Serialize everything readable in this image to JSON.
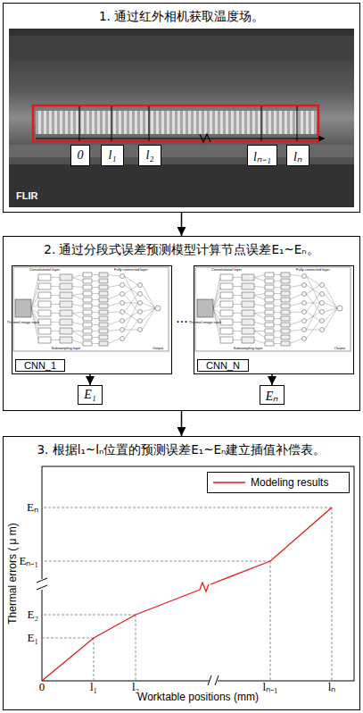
{
  "diagram": {
    "nodes": [
      {
        "text": [
          "1. 通过红外相机获取温度场。"
        ]
      },
      {
        "text": [
          "0"
        ],
        "in": 0
      },
      {
        "text": [
          "l₁"
        ],
        "in": 0
      },
      {
        "text": [
          "l₂"
        ],
        "in": 0
      },
      {
        "text": [
          "lₙ₋₁"
        ],
        "in": 0
      },
      {
        "text": [
          "lₙ"
        ],
        "in": 0
      },
      {
        "text": [
          "2. 通过分段式误差预测模型计算节点误差E₁~Eₙ。"
        ]
      },
      {
        "text": [
          "CNN_1"
        ],
        "in": 6
      },
      {
        "text": [
          "E₁"
        ],
        "in": 6
      },
      {
        "text": [
          "CNN_N"
        ],
        "in": 6
      },
      {
        "text": [
          "Eₙ"
        ],
        "in": 6
      },
      {
        "text": [
          "3. 根据l₁~lₙ位置的预测误差E₁~Eₙ建立插值补偿表。"
        ]
      }
    ],
    "edges": [
      {
        "from": 0,
        "to": 6,
        "arrow": "to"
      },
      {
        "from": 6,
        "to": 11,
        "arrow": "to"
      },
      {
        "from": 7,
        "to": 8,
        "arrow": "to"
      },
      {
        "from": 9,
        "to": 10,
        "arrow": "to"
      }
    ],
    "labels": [
      "FLIR",
      "Thermal image input",
      "Convolutional layer",
      "Subsampling layer",
      "Fully connected layer",
      "Output",
      "...",
      "Thermal image input",
      "Convolutional layer",
      "Subsampling layer",
      "Fully connected layer",
      "Output",
      "Thermal errors ( μ m)",
      "Worktable positions (mm)",
      "0",
      "l₁",
      "l₂",
      "lₙ₋₁",
      "lₙ",
      "E₁",
      "E₂",
      "Eₙ₋₁",
      "Eₙ"
    ],
    "legend": [
      {
        "text": "Modeling results"
      }
    ]
  }
}
